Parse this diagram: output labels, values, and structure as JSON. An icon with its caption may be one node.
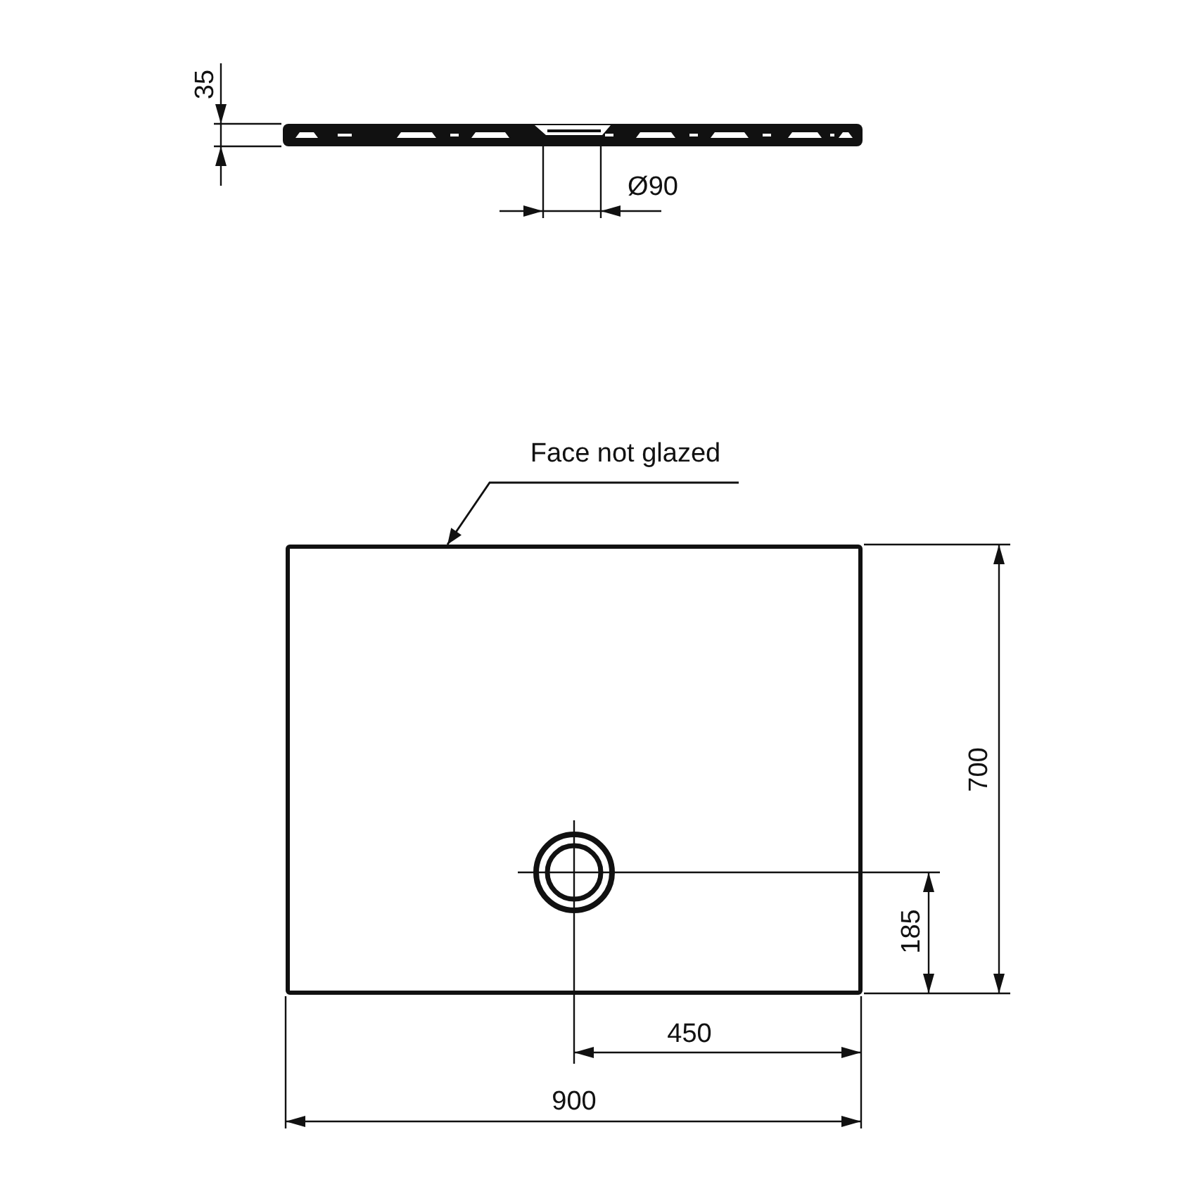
{
  "diagram": {
    "nodes": [
      {
        "text": [
          "Face not glazed"
        ]
      },
      {
        "text": [],
        "shape": "box"
      }
    ],
    "edges": [
      {
        "from": 0,
        "to": 1,
        "arrow": "to"
      }
    ],
    "labels": [
      "35",
      "Ø90",
      "700",
      "185",
      "450",
      "900"
    ]
  }
}
